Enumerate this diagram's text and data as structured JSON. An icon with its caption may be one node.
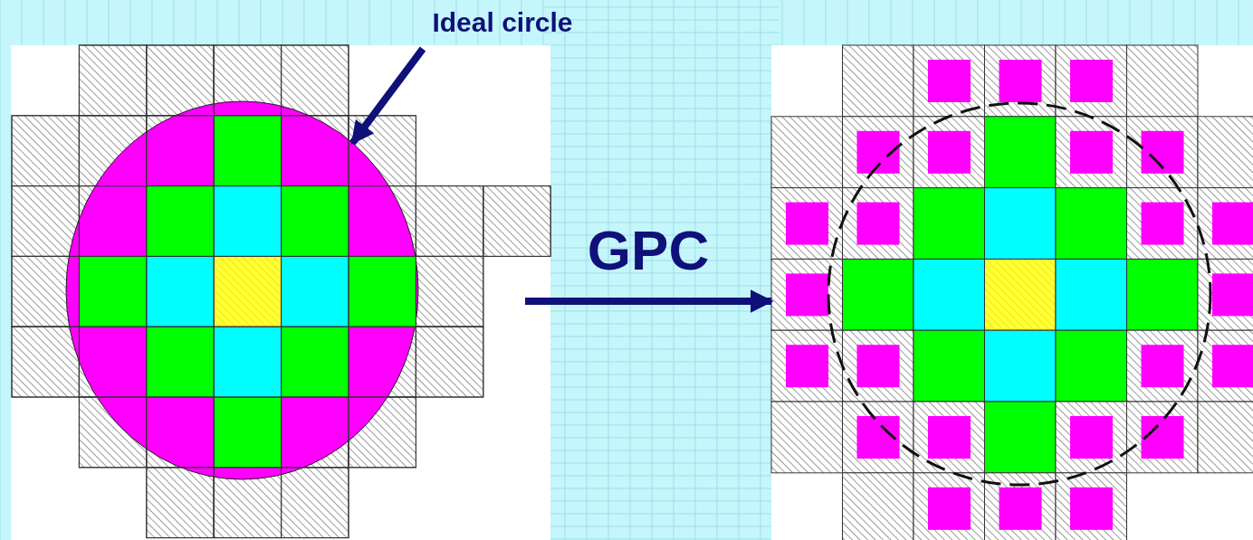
{
  "diagram": {
    "nodes": [
      {
        "text": [
          "Ideal circle"
        ]
      },
      {
        "text": [],
        "shape": "circle"
      },
      {
        "text": [],
        "shape": "box"
      }
    ],
    "edges": [
      {
        "from": 0,
        "to": 1,
        "arrow": "to"
      },
      {
        "from": null,
        "to": 2,
        "arrow": "to",
        "label": "GPC"
      }
    ]
  }
}
